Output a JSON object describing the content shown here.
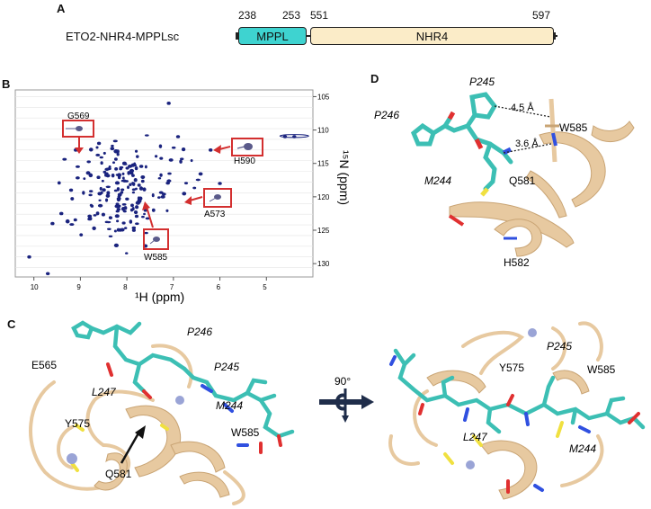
{
  "panel_a": {
    "letter": "A",
    "construct": "ETO2-NHR4-MPPLsc",
    "domains": [
      {
        "label": "MPPL",
        "start": "238",
        "end": "253",
        "color": "#3ed3d0"
      },
      {
        "label": "NHR4",
        "start": "551",
        "end": "597",
        "color": "#fbecc8"
      }
    ]
  },
  "panel_b": {
    "letter": "B",
    "x_label": "¹H (ppm)",
    "y_label": "¹⁵N (ppm)",
    "x_ticks": [
      "10",
      "9",
      "8",
      "7",
      "6",
      "5"
    ],
    "y_ticks": [
      "105",
      "110",
      "115",
      "120",
      "125",
      "130"
    ],
    "peak_labels": [
      "G569",
      "H590",
      "A573",
      "W585"
    ],
    "x_range": [
      10.4,
      4.0
    ],
    "y_range": [
      104,
      132
    ],
    "peak_color": "#1a237e",
    "highlight_color": "#d32f2f"
  },
  "panel_c": {
    "letter": "C",
    "rotation": "90°",
    "left_labels": {
      "p246": "P246",
      "e565": "E565",
      "p245": "P245",
      "l247": "L247",
      "m244": "M244",
      "y575": "Y575",
      "w585": "W585",
      "q581": "Q581"
    },
    "right_labels": {
      "p245": "P245",
      "y575": "Y575",
      "w585": "W585",
      "l247": "L247",
      "m244": "M244"
    }
  },
  "panel_d": {
    "letter": "D",
    "labels": {
      "p245": "P245",
      "p246": "P246",
      "w585": "W585",
      "m244": "M244",
      "q581": "Q581",
      "h582": "H582"
    },
    "distances": [
      "4.5 Å",
      "3.6 Å"
    ]
  },
  "colors": {
    "ribbon": "#e7c9a0",
    "ribbon_dark": "#c9a474",
    "stick": "#3cbfb4",
    "oxygen": "#e03030",
    "nitrogen": "#3050e0",
    "sulfur": "#f0e040",
    "zinc": "#9aa4d6"
  }
}
